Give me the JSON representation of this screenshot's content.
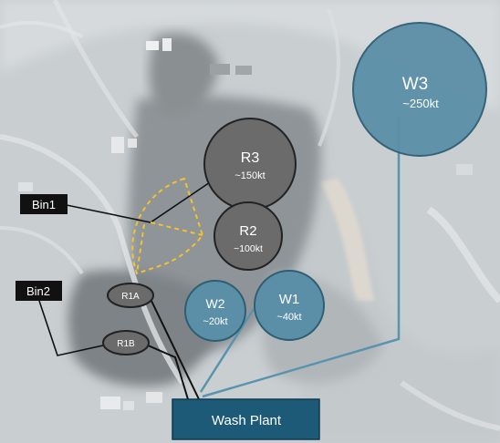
{
  "colors": {
    "blue_fill": "#5b8fa8",
    "blue_stroke": "#2f5e73",
    "grey_fill": "#6b6b6b",
    "grey_stroke": "#222222",
    "label_box": "#111111",
    "wash_plant": "#1c5a78",
    "conveyor_blue": "#5a93ad",
    "conveyor_dark": "#111111",
    "reclaim_dashed": "#f2c230"
  },
  "piles": {
    "w3": {
      "name": "W3",
      "size": "~250kt"
    },
    "r3": {
      "name": "R3",
      "size": "~150kt"
    },
    "r2": {
      "name": "R2",
      "size": "~100kt"
    },
    "w2": {
      "name": "W2",
      "size": "~20kt"
    },
    "w1": {
      "name": "W1",
      "size": "~40kt"
    }
  },
  "small_piles": {
    "r1a": {
      "name": "R1A"
    },
    "r1b": {
      "name": "R1B"
    }
  },
  "bins": {
    "bin1": {
      "label": "Bin1"
    },
    "bin2": {
      "label": "Bin2"
    }
  },
  "wash_plant": {
    "label": "Wash Plant"
  }
}
